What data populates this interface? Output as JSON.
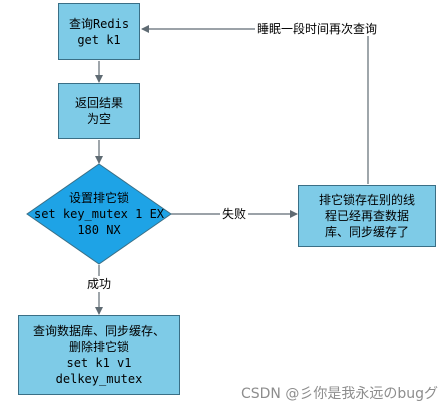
{
  "nodes": {
    "query_redis": {
      "lines": [
        "查询Redis",
        "get k1"
      ]
    },
    "return_empty": {
      "lines": [
        "返回结果",
        "为空"
      ]
    },
    "set_lock": {
      "lines": [
        "设置排它锁",
        "set key_mutex 1 EX",
        "180 NX"
      ]
    },
    "lock_exists": {
      "lines": [
        "排它锁存在别的线",
        "程已经再查数据",
        "库、同步缓存了"
      ]
    },
    "query_db": {
      "lines": [
        "查询数据库、同步缓存、",
        "删除排它锁",
        "set k1 v1",
        "delkey_mutex"
      ]
    }
  },
  "edges": {
    "fail_label": "失败",
    "success_label": "成功",
    "retry_label": "睡眠一段时间再次查询"
  },
  "colors": {
    "fill": "#7ecbe7",
    "diamond_fill": "#1ea3e6",
    "stroke": "#3a6f86",
    "arrow": "#5f6b73"
  },
  "watermark": "CSDN @彡你是我永远のbugグ"
}
